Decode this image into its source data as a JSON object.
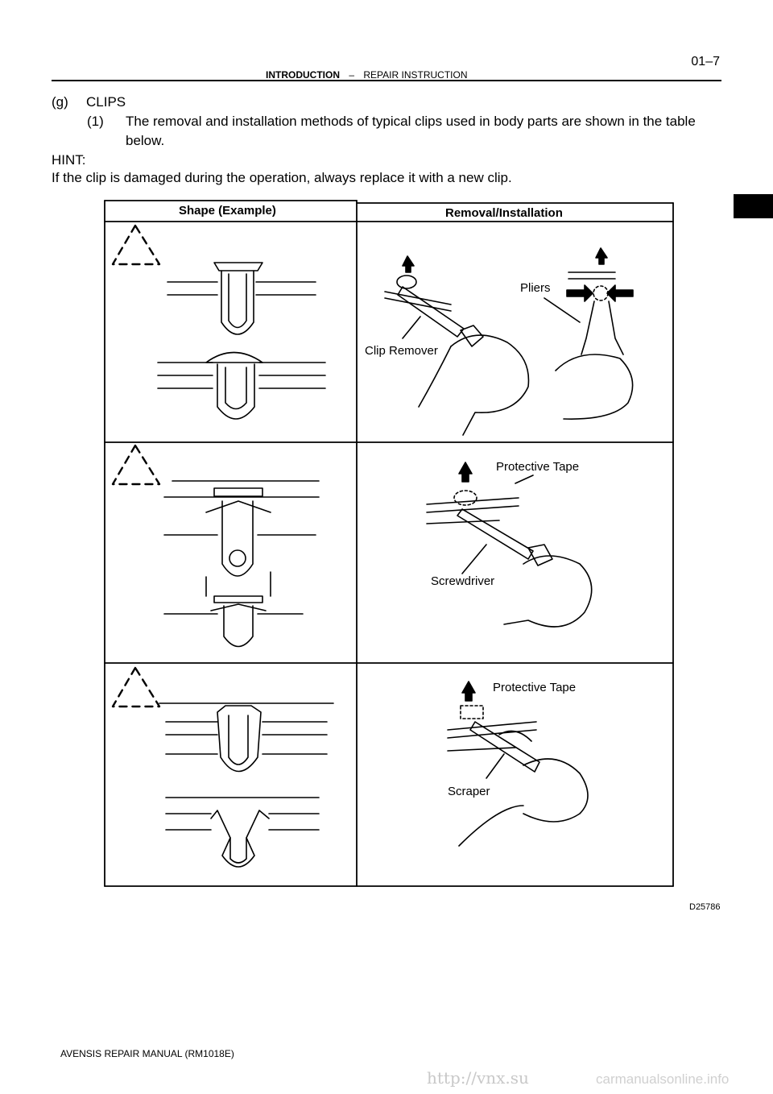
{
  "header": {
    "section": "INTRODUCTION",
    "separator": "–",
    "subsection": "REPAIR INSTRUCTION",
    "page_number": "01–7"
  },
  "body": {
    "item_g": "(g)",
    "item_g_title": "CLIPS",
    "item_1": "(1)",
    "item_1_text": "The removal and installation methods of typical clips used in body parts are shown in the table",
    "item_1_text_cont": "below.",
    "hint_label": "HINT:",
    "hint_text": "If the clip is damaged during the operation, always replace it with a new clip."
  },
  "table": {
    "col1_header": "Shape (Example)",
    "col2_header": "Removal/Installation",
    "rows": [
      {
        "callouts": [
          "Pliers",
          "Clip Remover"
        ]
      },
      {
        "callouts": [
          "Protective Tape",
          "Screwdriver"
        ]
      },
      {
        "callouts": [
          "Protective Tape",
          "Scraper"
        ]
      }
    ]
  },
  "figure_code": "D25786",
  "footer": "AVENSIS REPAIR MANUAL   (RM1018E)",
  "watermarks": {
    "left": "http://vnx.su",
    "right": "carmanualsonline.info"
  }
}
